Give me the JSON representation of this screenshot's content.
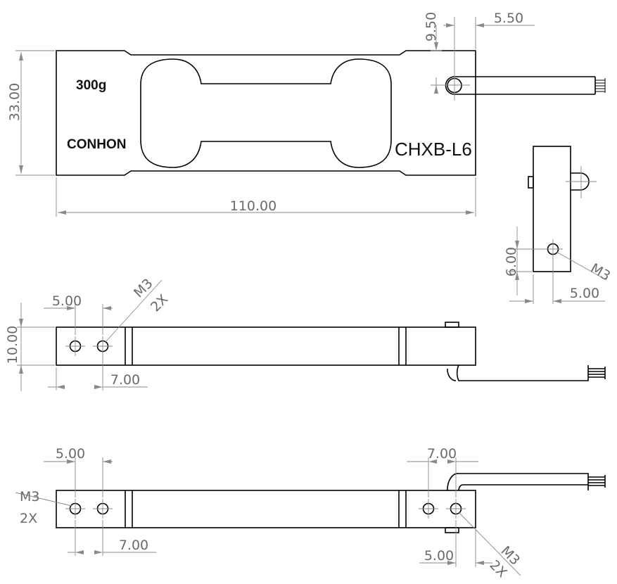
{
  "top_view": {
    "capacity": "300g",
    "brand": "CONHON",
    "model": "CHXB-L6",
    "dims": {
      "length": "110.00",
      "height": "33.00",
      "cable_offset_v": "9.50",
      "cable_offset_h": "5.50"
    }
  },
  "side_view": {
    "dim_v": "6.00",
    "dim_h": "5.00",
    "thread": "M3"
  },
  "bottom_view_1": {
    "dim_pitch": "5.00",
    "dim_edge": "7.00",
    "dim_height": "10.00",
    "thread": "M3",
    "count": "2X"
  },
  "bottom_view_2": {
    "left_pitch": "5.00",
    "left_edge": "7.00",
    "left_thread": "M3",
    "left_count": "2X",
    "right_edge": "7.00",
    "right_pitch": "5.00",
    "right_thread": "M3",
    "right_count": "2X"
  }
}
